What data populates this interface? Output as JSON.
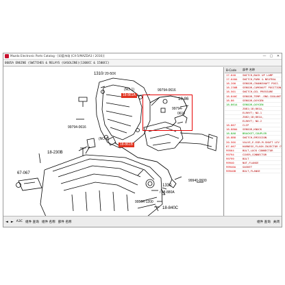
{
  "window": {
    "title": "Mazda Electronic Parts Catalog - [印度市场 (CX-5/MAZDA3 / 2016)]",
    "controls": {
      "minimize": "—",
      "maximize": "▢",
      "close": "✕"
    }
  },
  "toolbar": {
    "group_code": "0605A  ENGINE (SWITCHES & RELAYS (GASOLINE)(1300CC & 1500CC)"
  },
  "diagram": {
    "labels": {
      "ref_1310": "1310",
      "ref_1310_sub": "/ 20-50X",
      "no1_label": "(NO 1)",
      "no1_tag": "18-861A",
      "ref_18_86": "18-86",
      "ref_99794_top": "99794-0616",
      "ref_99794_mid": "99794-",
      "ref_99794_mid2": "0616",
      "ref_18_230b": "18-230B",
      "no2_label": "(NO 2)",
      "no2_tag": "18-861B",
      "ref_99794_low": "99794-0616",
      "ref_67_067": "67-067",
      "ref_99940": "99940-0600",
      "ref_1330": "1330",
      "ref_18_880a": "/ 18-880A",
      "ref_99564": "99564-1200",
      "ref_18_840c": "18-840C"
    }
  },
  "panel": {
    "head_code": "B-Code",
    "head_name": "部件 名称",
    "rows": [
      {
        "code": "17-640",
        "name": "SWITCH,BACK UP LAMP",
        "state": "normal"
      },
      {
        "code": "17-640A",
        "name": "SWITCH,PARK & NEUTRAL",
        "state": "normal"
      },
      {
        "code": "18-200",
        "name": "SENSOR,CRANKSHAFT POSI.",
        "state": "normal"
      },
      {
        "code": "18-230B",
        "name": "SENSOR,CAMSHAFT POSITION",
        "state": "normal"
      },
      {
        "code": "18-501",
        "name": "SWITCH,OIL PRESSURE",
        "state": "normal"
      },
      {
        "code": "18-840C",
        "name": "SENSOR,TEMP.-ENG.COOLANT",
        "state": "normal"
      },
      {
        "code": "18-86",
        "name": "SENSOR,OXYGEN",
        "state": "normal"
      },
      {
        "code": "18-861A",
        "name": "SENSOR,OXYGEN",
        "state": "selected"
      },
      {
        "code": "",
        "name": "Z081;18;861A,",
        "state": "note"
      },
      {
        "code": "",
        "name": "ELRHYT; NO.1",
        "state": "note"
      },
      {
        "code": "",
        "name": "Z082;18;861A,",
        "state": "note"
      },
      {
        "code": "",
        "name": "ELRHYT; NO.2",
        "state": "note"
      },
      {
        "code": "18-867",
        "name": "CLIP",
        "state": "normal"
      },
      {
        "code": "18-880A",
        "name": "SENSOR,KNOCK",
        "state": "normal"
      },
      {
        "code": "18-8A8",
        "name": "BRACKET,COUPLER",
        "state": "selected"
      },
      {
        "code": "18-8B8",
        "name": "SWITCH,EMISSION",
        "state": "normal"
      },
      {
        "code": "20-50X",
        "name": "VALVE,E-EGR-M.SHAFT LEV",
        "state": "normal"
      },
      {
        "code": "67-067",
        "name": "HARNESS,FLASH-INJECTOR CV",
        "state": "normal"
      },
      {
        "code": "99564",
        "name": "BOLT,LOCK CONNECTOR",
        "state": "normal"
      },
      {
        "code": "99794",
        "name": "COVER,CONNECTOR",
        "state": "normal"
      },
      {
        "code": "99799",
        "name": "BOLT",
        "state": "normal"
      },
      {
        "code": "99940",
        "name": "NUT,FLANGE",
        "state": "normal"
      },
      {
        "code": "99940A",
        "name": "GASKET",
        "state": "normal"
      },
      {
        "code": "99940B",
        "name": "BOLT,FLANGE",
        "state": "normal"
      }
    ]
  },
  "statusbar": {
    "prev": "◄",
    "next": "►",
    "page_code": "A3C",
    "btn_a": "组件 查询",
    "btn_b": "组件 名称",
    "btn_c": "部件 名称",
    "btn_d": "组件 查询",
    "btn_e": "关闭"
  },
  "colors": {
    "highlight": "#e60000",
    "tag_bg": "#e0321f",
    "selected_row": "#00a000",
    "part_text": "#b00000"
  }
}
